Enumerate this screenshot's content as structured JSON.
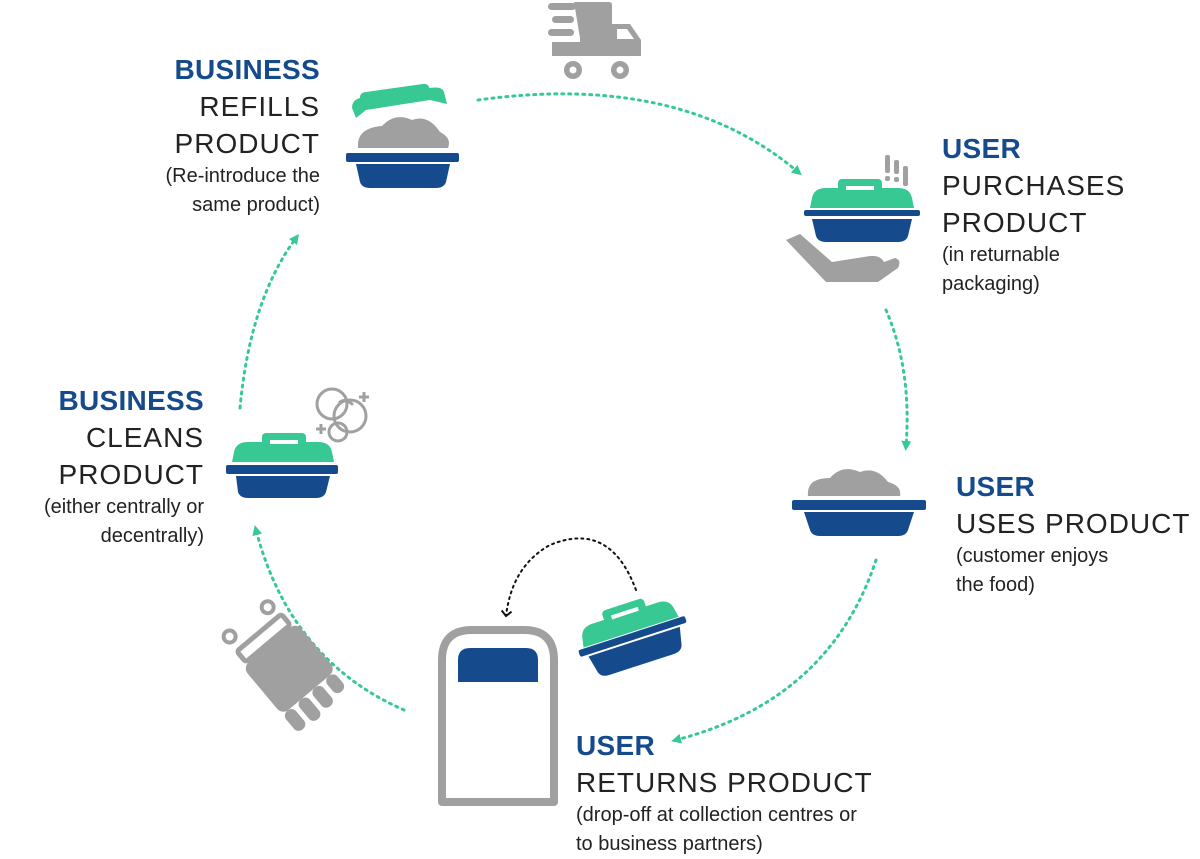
{
  "colors": {
    "accent_blue": "#154b8c",
    "accent_green": "#37c894",
    "icon_gray": "#a0a0a0",
    "text_dark": "#222222"
  },
  "steps": {
    "refill": {
      "actor": "BUSINESS",
      "action": [
        "REFILLS",
        "PRODUCT"
      ],
      "note": [
        "(Re-introduce the",
        "same product)"
      ]
    },
    "purchase": {
      "actor": "USER",
      "action": [
        "PURCHASES",
        "PRODUCT"
      ],
      "note": [
        "(in returnable",
        "packaging)"
      ]
    },
    "use": {
      "actor": "USER",
      "action": [
        "USES PRODUCT"
      ],
      "note": [
        "(customer enjoys",
        "the food)"
      ]
    },
    "return": {
      "actor": "USER",
      "action": [
        "RETURNS PRODUCT"
      ],
      "note": [
        "(drop-off at collection centres or",
        "to business partners)"
      ]
    },
    "clean": {
      "actor": "BUSINESS",
      "action": [
        "CLEANS",
        "PRODUCT"
      ],
      "note": [
        "(either centrally or",
        "decentrally)"
      ]
    }
  },
  "icons": [
    "delivery-truck-icon",
    "hand-holding-icon",
    "dishwashing-bubbles-icon",
    "glove-icon",
    "collection-bin-icon",
    "food-container-icon"
  ]
}
